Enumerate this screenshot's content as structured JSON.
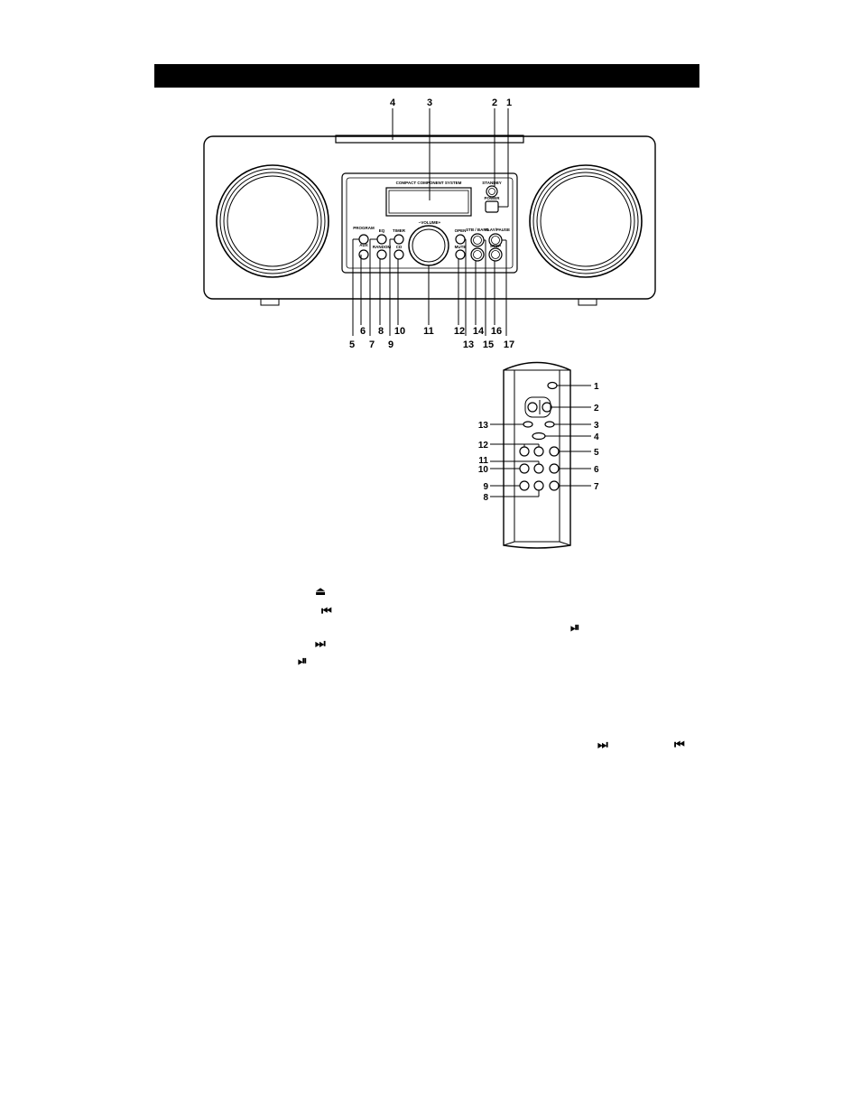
{
  "main_unit": {
    "callouts_top": [
      "4",
      "3",
      "2",
      "1"
    ],
    "callouts_bottom_row1": [
      "6",
      "8",
      "10",
      "11",
      "12",
      "14",
      "16"
    ],
    "callouts_bottom_row2": [
      "5",
      "7",
      "9",
      "13",
      "15",
      "17"
    ],
    "panel_title": "COMPACT COMPONENT SYSTEM",
    "standby_label": "STANDBY",
    "power_label": "POWER",
    "volume_label": "VOLUME",
    "volume_minus": "−",
    "volume_plus": "+",
    "buttons": {
      "program": "PROGRAM\nMEMORY",
      "eq": "EQ",
      "timer": "TIMER",
      "aux_repeat": "AUX\nREPEAT",
      "random": "RANDOM",
      "cd": "CD",
      "open": "OPEN",
      "mute": "MUTE",
      "stb_band": "STB / BAND",
      "play_pause": "PLAY/PAUSE",
      "stop": "STOP"
    }
  },
  "remote": {
    "callouts_right": [
      "1",
      "2",
      "3",
      "4",
      "5",
      "6",
      "7"
    ],
    "callouts_left": [
      "13",
      "12",
      "11",
      "10",
      "9",
      "8"
    ]
  },
  "symbols": {
    "eject": "⏏",
    "prev": "⏮",
    "play_pause": "⏯",
    "next": "⏭"
  }
}
